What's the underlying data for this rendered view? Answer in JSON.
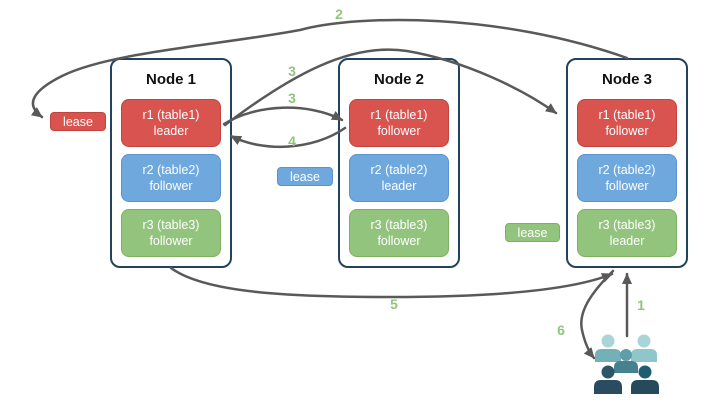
{
  "nodes": [
    {
      "title": "Node 1",
      "replicas": [
        {
          "name": "r1 (table1)",
          "role": "leader",
          "color": "#d9534f"
        },
        {
          "name": "r2 (table2)",
          "role": "follower",
          "color": "#6fa8dc"
        },
        {
          "name": "r3 (table3)",
          "role": "follower",
          "color": "#93c47d"
        }
      ]
    },
    {
      "title": "Node 2",
      "replicas": [
        {
          "name": "r1 (table1)",
          "role": "follower",
          "color": "#d9534f"
        },
        {
          "name": "r2 (table2)",
          "role": "leader",
          "color": "#6fa8dc"
        },
        {
          "name": "r3 (table3)",
          "role": "follower",
          "color": "#93c47d"
        }
      ]
    },
    {
      "title": "Node 3",
      "replicas": [
        {
          "name": "r1 (table1)",
          "role": "follower",
          "color": "#d9534f"
        },
        {
          "name": "r2 (table2)",
          "role": "follower",
          "color": "#6fa8dc"
        },
        {
          "name": "r3 (table3)",
          "role": "leader",
          "color": "#93c47d"
        }
      ]
    }
  ],
  "leases": [
    {
      "label": "lease",
      "color": "#d9534f",
      "position": "left-of-node1"
    },
    {
      "label": "lease",
      "color": "#6fa8dc",
      "position": "between-node1-node2"
    },
    {
      "label": "lease",
      "color": "#93c47d",
      "position": "between-node2-node3"
    }
  ],
  "steps": [
    {
      "text": "1"
    },
    {
      "text": "2"
    },
    {
      "text": "3"
    },
    {
      "text": "3"
    },
    {
      "text": "4"
    },
    {
      "text": "5"
    },
    {
      "text": "6"
    }
  ],
  "icons": {
    "clients": "clients-people-group"
  },
  "colors": {
    "replica_red": "#d9534f",
    "replica_blue": "#6fa8dc",
    "replica_green": "#93c47d",
    "node_border": "#22435e",
    "arrow": "#595959",
    "step_label": "#93c47d",
    "people_light": "#a9d5d8",
    "people_medium": "#6fafb5",
    "people_dark": "#2c5568"
  }
}
